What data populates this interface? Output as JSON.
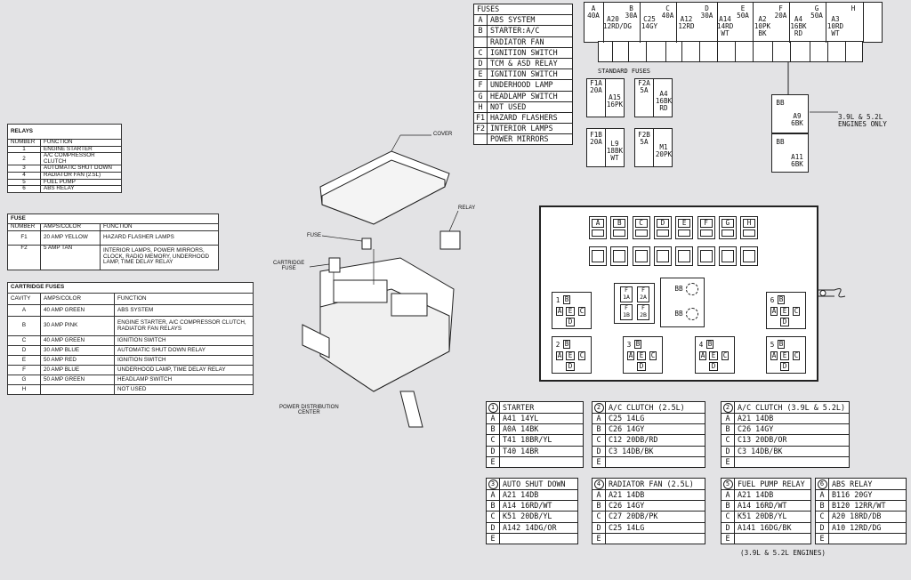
{
  "relays_table": {
    "title": "RELAYS",
    "headers": [
      "NUMBER",
      "FUNCTION"
    ],
    "rows": [
      [
        "1",
        "ENGINE STARTER"
      ],
      [
        "2",
        "A/C COMPRESSOR CLUTCH"
      ],
      [
        "3",
        "AUTOMATIC SHUT DOWN"
      ],
      [
        "4",
        "RADIATOR FAN (2.5L)"
      ],
      [
        "5",
        "FUEL PUMP"
      ],
      [
        "6",
        "ABS RELAY"
      ]
    ]
  },
  "fuse_table": {
    "title": "FUSE",
    "headers": [
      "NUMBER",
      "AMPS/COLOR",
      "FUNCTION"
    ],
    "rows": [
      [
        "F1",
        "20 AMP YELLOW",
        "HAZARD FLASHER LAMPS"
      ],
      [
        "F2",
        "5 AMP TAN",
        "INTERIOR LAMPS, POWER MIRRORS, CLOCK, RADIO MEMORY, UNDERHOOD LAMP, TIME DELAY RELAY"
      ]
    ]
  },
  "cartridge_table": {
    "title": "CARTRIDGE FUSES",
    "headers": [
      "CAVITY",
      "AMPS/COLOR",
      "FUNCTION"
    ],
    "rows": [
      [
        "A",
        "40 AMP GREEN",
        "ABS SYSTEM"
      ],
      [
        "B",
        "30 AMP PINK",
        "ENGINE STARTER, A/C COMPRESSOR CLUTCH, RADIATOR FAN RELAYS"
      ],
      [
        "C",
        "40 AMP GREEN",
        "IGNITION SWITCH"
      ],
      [
        "D",
        "30 AMP BLUE",
        "AUTOMATIC SHUT DOWN RELAY"
      ],
      [
        "E",
        "50 AMP RED",
        "IGNITION SWITCH"
      ],
      [
        "F",
        "20 AMP BLUE",
        "UNDERHOOD LAMP, TIME DELAY RELAY"
      ],
      [
        "G",
        "50 AMP GREEN",
        "HEADLAMP SWITCH"
      ],
      [
        "H",
        "",
        "NOT USED"
      ]
    ]
  },
  "callouts": {
    "cover": "COVER",
    "relay": "RELAY",
    "fuse": "FUSE",
    "cartridge_fuse": "CARTRIDGE\nFUSE",
    "pdc": "POWER DISTRIBUTION\nCENTER"
  },
  "fuses_list": {
    "title": "FUSES",
    "rows": [
      [
        "A",
        "ABS SYSTEM"
      ],
      [
        "B",
        "STARTER:A/C"
      ],
      [
        "",
        "RADIATOR FAN"
      ],
      [
        "C",
        "IGNITION SWITCH"
      ],
      [
        "D",
        "TCM & ASD RELAY"
      ],
      [
        "E",
        "IGNITION SWITCH"
      ],
      [
        "F",
        "UNDERHOOD LAMP"
      ],
      [
        "G",
        "HEADLAMP SWITCH"
      ],
      [
        "H",
        "NOT USED"
      ],
      [
        "F1",
        "HAZARD FLASHERS"
      ],
      [
        "F2",
        "INTERIOR LAMPS"
      ],
      [
        "",
        "POWER MIRRORS"
      ]
    ]
  },
  "top_strip": {
    "cells": [
      "A\n40A",
      "A20\n12RD/DG",
      "B\n30A",
      "C25\n14GY",
      "C\n40A",
      "A12\n12RD",
      "D\n30A",
      "A14\n14RD\nWT",
      "E\n50A",
      "A2\n10PK\nBK",
      "F\n20A",
      "A4\n16BK\nRD",
      "G\n50A",
      "A3\n10RD\nWT",
      "H"
    ]
  },
  "standard_fuses": {
    "title": "STANDARD FUSES",
    "f1a": "F1A\n20A",
    "a15": "A15\n16PK",
    "f2a": "F2A\n5A",
    "a4": "A4\n16BK\nRD",
    "f1b": "F1B\n20A",
    "l9": "L9\n18BK\nWT",
    "f2b": "F2B\n5A",
    "m1": "M1\n20PK"
  },
  "engine_note": {
    "bb1": "BB",
    "a9": "A9\n6BK",
    "bb2": "BB",
    "a11": "A11\n6BK",
    "note": "3.9L & 5.2L\nENGINES ONLY"
  },
  "pdc_layout": {
    "fuse_letters": [
      "A",
      "B",
      "C",
      "D",
      "E",
      "F",
      "G",
      "H"
    ],
    "mini": [
      "F\n1A",
      "F\n2A",
      "F\n1B",
      "F\n2B"
    ],
    "bb": "BB",
    "relays": [
      "1",
      "6",
      "2",
      "3",
      "4",
      "5"
    ],
    "pins": [
      "A",
      "B",
      "C",
      "D",
      "E"
    ]
  },
  "connectors": [
    {
      "num": "1",
      "title": "STARTER",
      "rows": [
        [
          "A",
          "A41 14YL"
        ],
        [
          "B",
          "A0A 14BK"
        ],
        [
          "C",
          "T41 18BR/YL"
        ],
        [
          "D",
          "T40 14BR"
        ],
        [
          "E",
          ""
        ]
      ]
    },
    {
      "num": "2",
      "title": "A/C CLUTCH (2.5L)",
      "rows": [
        [
          "A",
          "C25 14LG"
        ],
        [
          "B",
          "C26 14GY"
        ],
        [
          "C",
          "C12 20DB/RD"
        ],
        [
          "D",
          "C3 14DB/BK"
        ],
        [
          "E",
          ""
        ]
      ]
    },
    {
      "num": "2",
      "title": "A/C CLUTCH (3.9L & 5.2L)",
      "rows": [
        [
          "A",
          "A21 14DB"
        ],
        [
          "B",
          "C26 14GY"
        ],
        [
          "C",
          "C13 20DB/OR"
        ],
        [
          "D",
          "C3 14DB/BK"
        ],
        [
          "E",
          ""
        ]
      ]
    },
    {
      "num": "3",
      "title": "AUTO SHUT DOWN",
      "rows": [
        [
          "A",
          "A21 14DB"
        ],
        [
          "B",
          "A14 16RD/WT"
        ],
        [
          "C",
          "K51 20DB/YL"
        ],
        [
          "D",
          "A142 14DG/OR"
        ],
        [
          "E",
          ""
        ]
      ]
    },
    {
      "num": "4",
      "title": "RADIATOR FAN (2.5L)",
      "rows": [
        [
          "A",
          "A21 14DB"
        ],
        [
          "B",
          "C26 14GY"
        ],
        [
          "C",
          "C27 20DB/PK"
        ],
        [
          "D",
          "C25 14LG"
        ],
        [
          "E",
          ""
        ]
      ]
    },
    {
      "num": "5",
      "title": "FUEL PUMP RELAY",
      "rows": [
        [
          "A",
          "A21 14DB"
        ],
        [
          "B",
          "A14 16RD/WT"
        ],
        [
          "C",
          "K51 20DB/YL"
        ],
        [
          "D",
          "A141 16DG/BK"
        ],
        [
          "E",
          ""
        ]
      ]
    },
    {
      "num": "6",
      "title": "ABS RELAY",
      "rows": [
        [
          "A",
          "B116 20GY"
        ],
        [
          "B",
          "B120 12RR/WT"
        ],
        [
          "C",
          "A20 18RD/DB"
        ],
        [
          "D",
          "A10 12RD/DG"
        ],
        [
          "E",
          ""
        ]
      ]
    }
  ],
  "bottom_note": "(3.9L & 5.2L ENGINES)"
}
